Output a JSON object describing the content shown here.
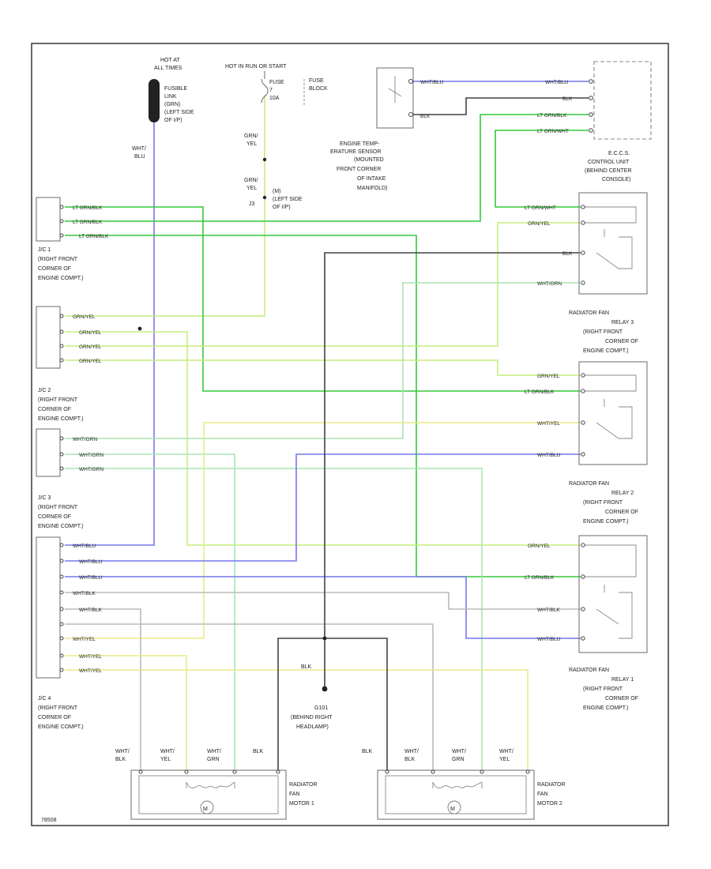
{
  "colors": {
    "lt_grn_blk": "#35c83a",
    "grn_yel": "#c6ee7c",
    "wht_grn": "#a8e6b0",
    "wht_blu": "#7777ee",
    "blk": "#444444",
    "wht_yel": "#eaea8a",
    "wht_blk": "#bbbbbb",
    "grn_yel_dark": "#9ad86a"
  },
  "labels": {
    "hot_at_all_times": [
      "HOT AT",
      "ALL TIMES"
    ],
    "fusible_link": [
      "FUSIBLE",
      "LINK",
      "(GRN)",
      "(LEFT SIDE",
      "OF I/P)"
    ],
    "hot_run_start": "HOT IN RUN OR START",
    "fuse": [
      "FUSE",
      "7",
      "10A"
    ],
    "fuse_block": [
      "FUSE",
      "BLOCK"
    ],
    "wht_blu_vert": [
      "WHT/",
      "BLU"
    ],
    "grn_yel_a": [
      "GRN/",
      "YEL"
    ],
    "grn_yel_b": [
      "GRN/",
      "YEL"
    ],
    "j3": "J3",
    "j3_note": [
      "(M)",
      "(LEFT SIDE",
      "OF I/P)"
    ],
    "ect_sensor": [
      "ENGINE TEMP-",
      "ERATURE SENSOR",
      "(MOUNTED",
      "FRONT CORNER",
      "OF INTAKE",
      "MANIFOLD)"
    ],
    "eccs": [
      "E.C.C.S.",
      "CONTROL UNIT",
      "(BEHIND CENTER",
      "CONSOLE)"
    ],
    "jc1": [
      "J/C 1",
      "(RIGHT FRONT",
      "CORNER OF",
      "ENGINE COMPT.)"
    ],
    "jc2": [
      "J/C 2",
      "(RIGHT FRONT",
      "CORNER OF",
      "ENGINE COMPT.)"
    ],
    "jc3": [
      "J/C 3",
      "(RIGHT FRONT",
      "CORNER OF",
      "ENGINE COMPT.)"
    ],
    "jc4": [
      "J/C 4",
      "(RIGHT FRONT",
      "CORNER OF",
      "ENGINE COMPT.)"
    ],
    "relay3": [
      "RADIATOR FAN",
      "RELAY 3",
      "(RIGHT FRONT",
      "CORNER OF",
      "ENGINE COMPT.)"
    ],
    "relay2": [
      "RADIATOR FAN",
      "RELAY 2",
      "(RIGHT FRONT",
      "CORNER OF",
      "ENGINE COMPT.)"
    ],
    "relay1": [
      "RADIATOR FAN",
      "RELAY 1",
      "(RIGHT FRONT",
      "CORNER OF",
      "ENGINE COMPT.)"
    ],
    "ground": [
      "G101",
      "(BEHIND RIGHT",
      "HEADLAMP)"
    ],
    "blk_mid": "BLK",
    "blk_m1": "BLK",
    "blk_m2": "BLK",
    "motor1": [
      "RADIATOR",
      "FAN",
      "MOTOR 1"
    ],
    "motor2": [
      "RADIATOR",
      "FAN",
      "MOTOR 2"
    ],
    "m_symbol": "M",
    "m1_wires": [
      "WHT/",
      "BLK",
      "WHT/",
      "YEL",
      "WHT/",
      "GRN"
    ],
    "m2_wires": [
      "WHT/",
      "BLK",
      "WHT/",
      "GRN",
      "WHT/",
      "YEL"
    ],
    "figure_id": "78508"
  },
  "wire_labels": {
    "ect_1": "WHT/BLU",
    "ect_2": "BLK",
    "eccs_1": "WHT/BLU",
    "eccs_2": "BLK",
    "eccs_3": "LT GRN/BLK",
    "eccs_4": "LT GRN/WHT",
    "jc1_1": "LT GRN/BLK",
    "jc1_2": "LT GRN/BLK",
    "jc1_3": "LT GRN/BLK",
    "jc2_1": "GRN/YEL",
    "jc2_2": "GRN/YEL",
    "jc2_3": "GRN/YEL",
    "jc2_4": "GRN/YEL",
    "jc3_1": "WHT/GRN",
    "jc3_2": "WHT/GRN",
    "jc3_3": "WHT/GRN",
    "jc4_1": "WHT/BLU",
    "jc4_2": "WHT/BLU",
    "jc4_3": "WHT/BLU",
    "jc4_4": "WHT/BLK",
    "jc4_5": "WHT/BLK",
    "jc4_6": "WHT/YEL",
    "jc4_7": "WHT/YEL",
    "jc4_8": "WHT/YEL",
    "r3_1": "LT GRN/WHT",
    "r3_2": "GRN/YEL",
    "r3_3": "BLK",
    "r3_4": "WHT/GRN",
    "r2_1": "GRN/YEL",
    "r2_2": "LT GRN/BLK",
    "r2_3": "WHT/YEL",
    "r2_4": "WHT/BLU",
    "r1_1": "GRN/YEL",
    "r1_2": "LT GRN/BLK",
    "r1_3": "WHT/BLK",
    "r1_4": "WHT/BLU"
  }
}
